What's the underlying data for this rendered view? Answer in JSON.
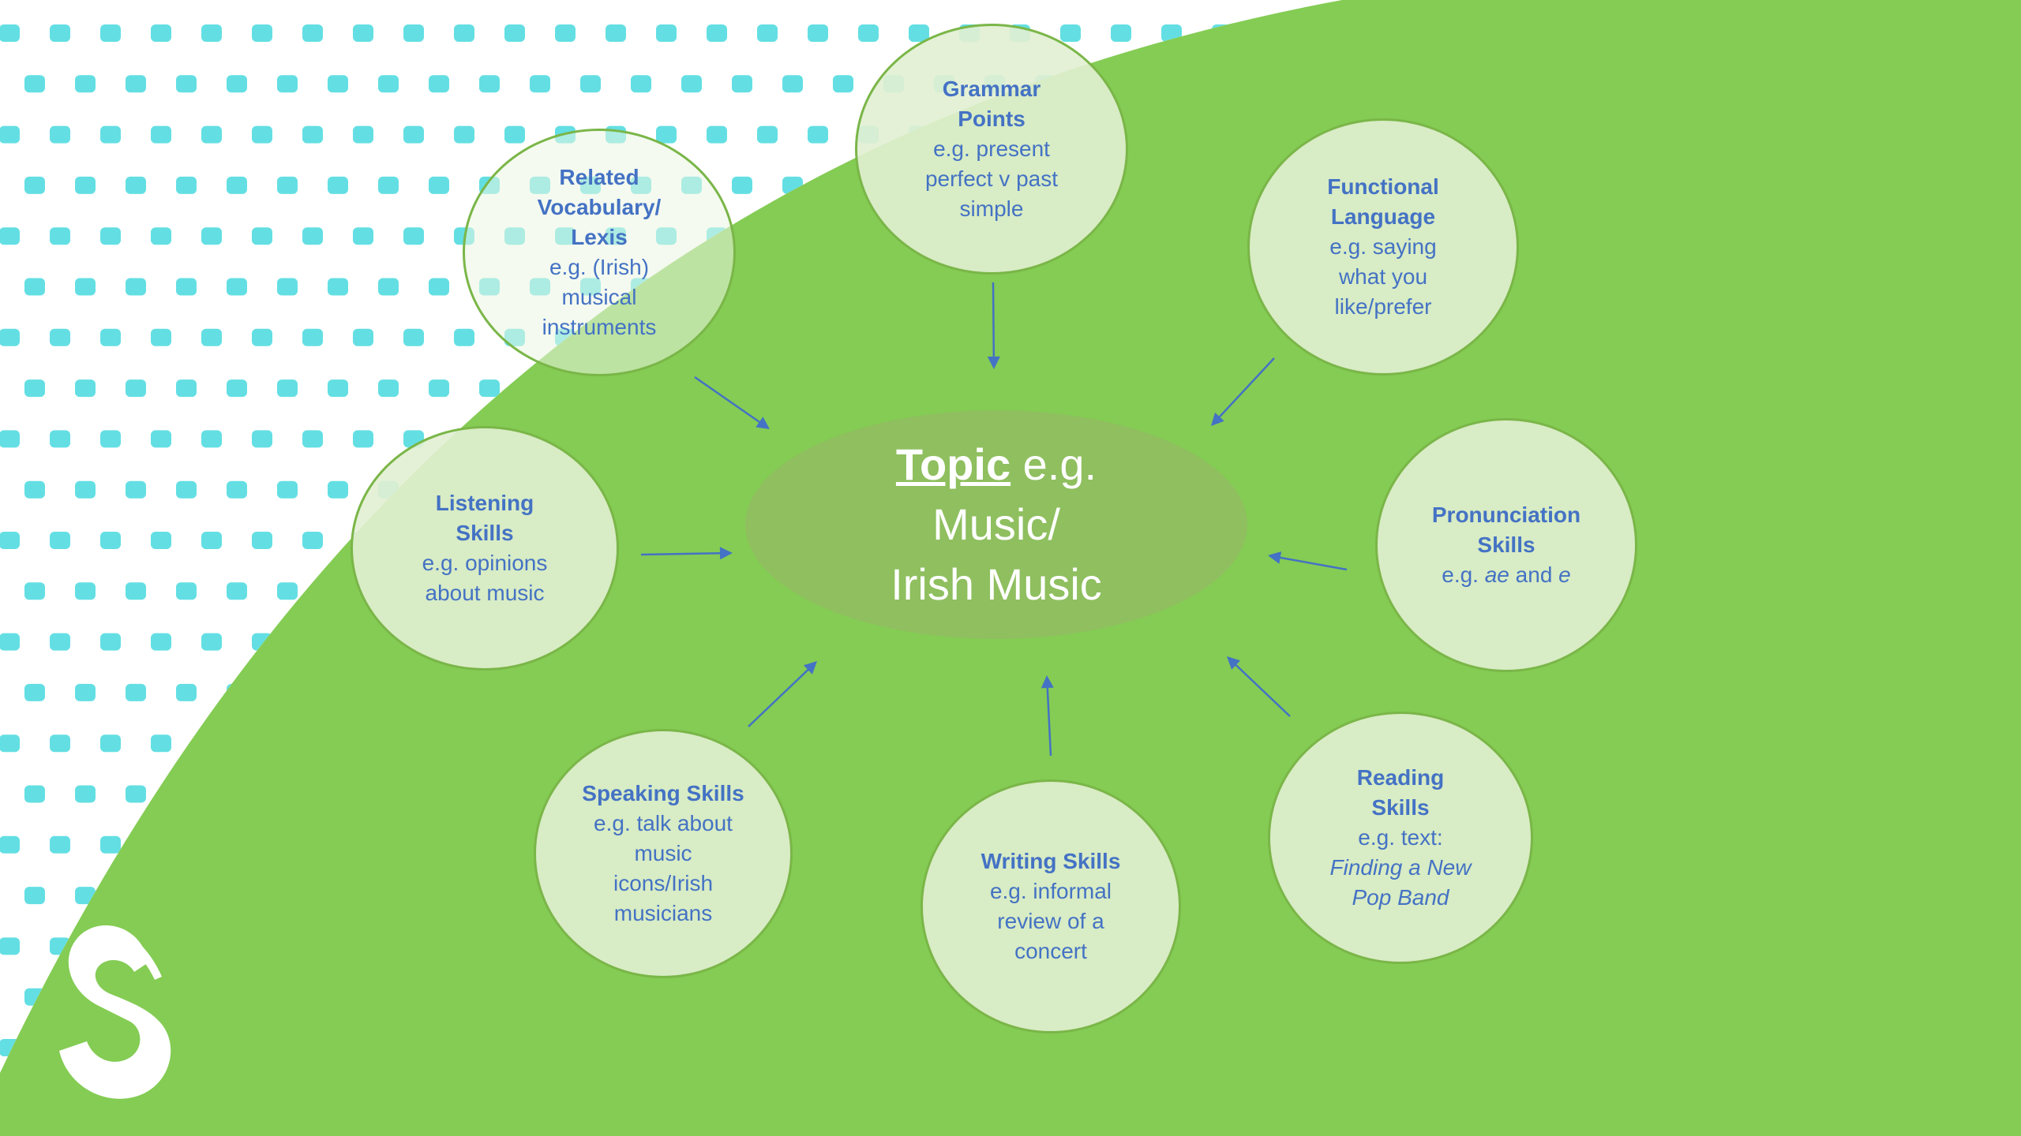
{
  "colors": {
    "green_background": "#84cc54",
    "dot_color": "#63dfe3",
    "node_fill": "#e1f0d2",
    "node_border": "#7ab648",
    "node_text": "#4472c4",
    "center_fill": "#8fbf5f",
    "arrow_color": "#4472c4",
    "logo_color": "#ffffff"
  },
  "center": {
    "topic_word": "Topic",
    "topic_rest": " e.g.",
    "line2": "Music/",
    "line3": "Irish Music"
  },
  "nodes": {
    "grammar": {
      "title_1": "Grammar",
      "title_2": "Points",
      "ex_1": "e.g. present",
      "ex_2": "perfect v past",
      "ex_3": "simple"
    },
    "vocabulary": {
      "title_1": "Related",
      "title_2": "Vocabulary/",
      "title_3": "Lexis",
      "ex_1": "e.g. (Irish)",
      "ex_2": "musical",
      "ex_3": "instruments"
    },
    "functional": {
      "title_1": "Functional",
      "title_2": "Language",
      "ex_1": "e.g. saying",
      "ex_2": "what you",
      "ex_3": "like/prefer"
    },
    "listening": {
      "title_1": "Listening",
      "title_2": "Skills",
      "ex_1": "e.g. opinions",
      "ex_2": "about music"
    },
    "pronunciation": {
      "title_1": "Pronunciation",
      "title_2": "Skills",
      "ex_prefix": "e.g. ",
      "ex_ae": "ae",
      "ex_and": " and ",
      "ex_e": "e"
    },
    "speaking": {
      "title_1": "Speaking Skills",
      "ex_1": "e.g. talk about",
      "ex_2": "music",
      "ex_3": "icons/Irish",
      "ex_4": "musicians"
    },
    "writing": {
      "title_1": "Writing Skills",
      "ex_1": "e.g. informal",
      "ex_2": "review of a",
      "ex_3": "concert"
    },
    "reading": {
      "title_1": "Reading",
      "title_2": "Skills",
      "ex_1": "e.g. text:",
      "ex_2": "Finding a New",
      "ex_3": "Pop Band"
    }
  },
  "logo": {
    "icon": "s-swan-logo-icon"
  }
}
